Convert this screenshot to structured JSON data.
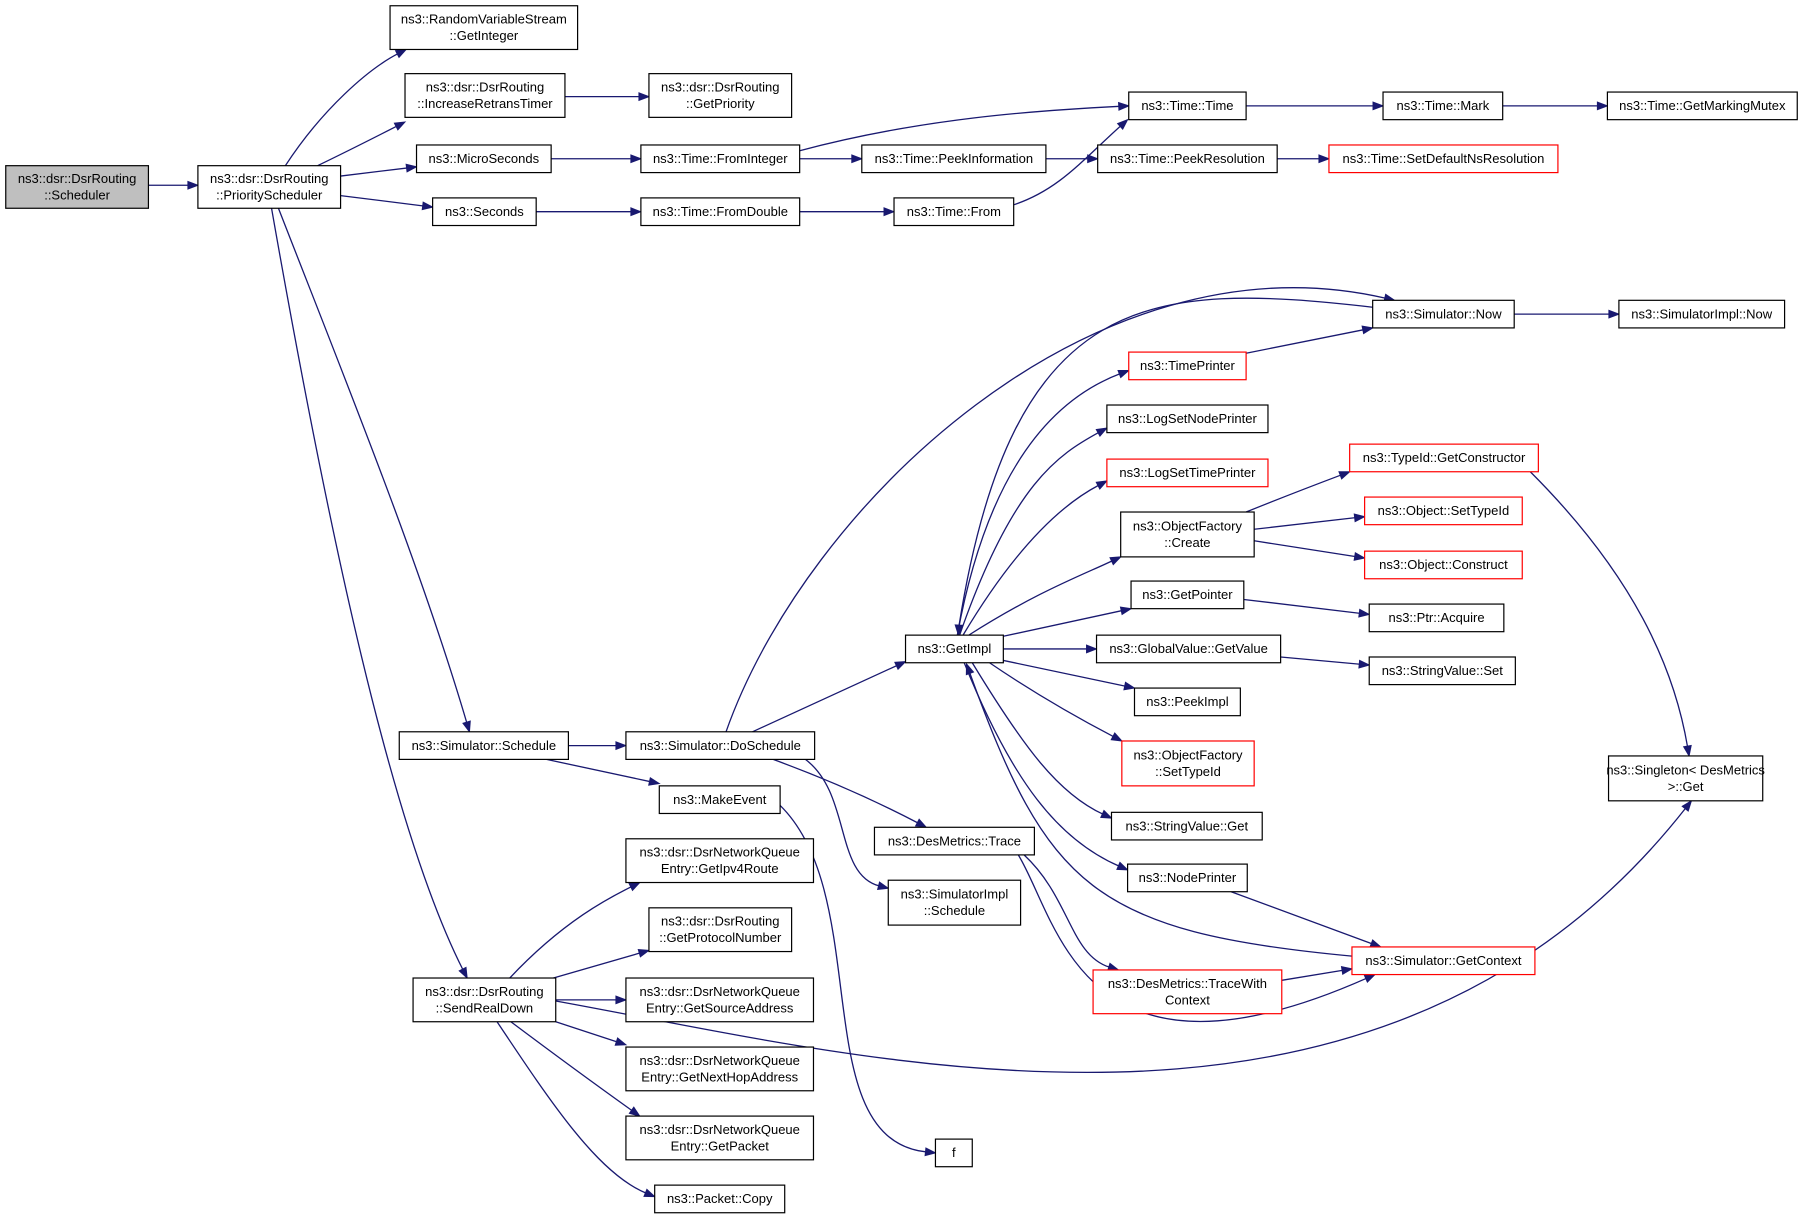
{
  "colors": {
    "edge": "#191970",
    "root_fill": "#bfbfbf",
    "normal_border": "#000000",
    "truncated_border": "#ff0000",
    "node_fill": "#ffffff"
  },
  "nodes": [
    {
      "id": "scheduler",
      "lines": [
        "ns3::dsr::DsrRouting",
        "::Scheduler"
      ],
      "style": "root"
    },
    {
      "id": "priority_scheduler",
      "lines": [
        "ns3::dsr::DsrRouting",
        "::PriorityScheduler"
      ],
      "style": "normal"
    },
    {
      "id": "rvs_getinteger",
      "lines": [
        "ns3::RandomVariableStream",
        "::GetInteger"
      ],
      "style": "normal"
    },
    {
      "id": "increase_retrans_timer",
      "lines": [
        "ns3::dsr::DsrRouting",
        "::IncreaseRetransTimer"
      ],
      "style": "normal"
    },
    {
      "id": "get_priority",
      "lines": [
        "ns3::dsr::DsrRouting",
        "::GetPriority"
      ],
      "style": "normal"
    },
    {
      "id": "microseconds",
      "lines": [
        "ns3::MicroSeconds"
      ],
      "style": "normal"
    },
    {
      "id": "seconds",
      "lines": [
        "ns3::Seconds"
      ],
      "style": "normal"
    },
    {
      "id": "time_frominteger",
      "lines": [
        "ns3::Time::FromInteger"
      ],
      "style": "normal"
    },
    {
      "id": "time_fromdouble",
      "lines": [
        "ns3::Time::FromDouble"
      ],
      "style": "normal"
    },
    {
      "id": "time_peekinformation",
      "lines": [
        "ns3::Time::PeekInformation"
      ],
      "style": "normal"
    },
    {
      "id": "time_from",
      "lines": [
        "ns3::Time::From"
      ],
      "style": "normal"
    },
    {
      "id": "time_time",
      "lines": [
        "ns3::Time::Time"
      ],
      "style": "normal"
    },
    {
      "id": "time_peekresolution",
      "lines": [
        "ns3::Time::PeekResolution"
      ],
      "style": "normal"
    },
    {
      "id": "time_mark",
      "lines": [
        "ns3::Time::Mark"
      ],
      "style": "normal"
    },
    {
      "id": "time_setdefaultnsresolution",
      "lines": [
        "ns3::Time::SetDefaultNsResolution"
      ],
      "style": "truncated"
    },
    {
      "id": "time_getmarkingmutex",
      "lines": [
        "ns3::Time::GetMarkingMutex"
      ],
      "style": "normal"
    },
    {
      "id": "simulator_now",
      "lines": [
        "ns3::Simulator::Now"
      ],
      "style": "normal"
    },
    {
      "id": "simulatorimpl_now",
      "lines": [
        "ns3::SimulatorImpl::Now"
      ],
      "style": "normal"
    },
    {
      "id": "timeprinter",
      "lines": [
        "ns3::TimePrinter"
      ],
      "style": "truncated"
    },
    {
      "id": "logsetnodeprinter",
      "lines": [
        "ns3::LogSetNodePrinter"
      ],
      "style": "normal"
    },
    {
      "id": "logsettimeprinter",
      "lines": [
        "ns3::LogSetTimePrinter"
      ],
      "style": "truncated"
    },
    {
      "id": "objectfactory_create",
      "lines": [
        "ns3::ObjectFactory",
        "::Create"
      ],
      "style": "normal"
    },
    {
      "id": "typeid_getconstructor",
      "lines": [
        "ns3::TypeId::GetConstructor"
      ],
      "style": "truncated"
    },
    {
      "id": "object_settypeid",
      "lines": [
        "ns3::Object::SetTypeId"
      ],
      "style": "truncated"
    },
    {
      "id": "object_construct",
      "lines": [
        "ns3::Object::Construct"
      ],
      "style": "truncated"
    },
    {
      "id": "getpointer",
      "lines": [
        "ns3::GetPointer"
      ],
      "style": "normal"
    },
    {
      "id": "ptr_acquire",
      "lines": [
        "ns3::Ptr::Acquire"
      ],
      "style": "normal"
    },
    {
      "id": "getimpl",
      "lines": [
        "ns3::GetImpl"
      ],
      "style": "normal"
    },
    {
      "id": "globalvalue_getvalue",
      "lines": [
        "ns3::GlobalValue::GetValue"
      ],
      "style": "normal"
    },
    {
      "id": "stringvalue_set",
      "lines": [
        "ns3::StringValue::Set"
      ],
      "style": "normal"
    },
    {
      "id": "peekimpl",
      "lines": [
        "ns3::PeekImpl"
      ],
      "style": "normal"
    },
    {
      "id": "objectfactory_settypeid",
      "lines": [
        "ns3::ObjectFactory",
        "::SetTypeId"
      ],
      "style": "truncated"
    },
    {
      "id": "singleton_get",
      "lines": [
        "ns3::Singleton< DesMetrics",
        ">::Get"
      ],
      "style": "normal"
    },
    {
      "id": "stringvalue_get",
      "lines": [
        "ns3::StringValue::Get"
      ],
      "style": "normal"
    },
    {
      "id": "nodeprinter",
      "lines": [
        "ns3::NodePrinter"
      ],
      "style": "normal"
    },
    {
      "id": "simulator_getcontext",
      "lines": [
        "ns3::Simulator::GetContext"
      ],
      "style": "truncated"
    },
    {
      "id": "simulator_schedule",
      "lines": [
        "ns3::Simulator::Schedule"
      ],
      "style": "normal"
    },
    {
      "id": "simulator_doschedule",
      "lines": [
        "ns3::Simulator::DoSchedule"
      ],
      "style": "normal"
    },
    {
      "id": "makeevent",
      "lines": [
        "ns3::MakeEvent"
      ],
      "style": "normal"
    },
    {
      "id": "desmetrics_trace",
      "lines": [
        "ns3::DesMetrics::Trace"
      ],
      "style": "normal"
    },
    {
      "id": "simulatorimpl_schedule",
      "lines": [
        "ns3::SimulatorImpl",
        "::Schedule"
      ],
      "style": "normal"
    },
    {
      "id": "desmetrics_tracewithcontext",
      "lines": [
        "ns3::DesMetrics::TraceWith",
        "Context"
      ],
      "style": "truncated"
    },
    {
      "id": "f",
      "lines": [
        "f"
      ],
      "style": "normal"
    },
    {
      "id": "getipv4route",
      "lines": [
        "ns3::dsr::DsrNetworkQueue",
        "Entry::GetIpv4Route"
      ],
      "style": "normal"
    },
    {
      "id": "getprotocolnumber",
      "lines": [
        "ns3::dsr::DsrRouting",
        "::GetProtocolNumber"
      ],
      "style": "normal"
    },
    {
      "id": "sendrealdown",
      "lines": [
        "ns3::dsr::DsrRouting",
        "::SendRealDown"
      ],
      "style": "normal"
    },
    {
      "id": "getsourceaddress",
      "lines": [
        "ns3::dsr::DsrNetworkQueue",
        "Entry::GetSourceAddress"
      ],
      "style": "normal"
    },
    {
      "id": "getnexthopaddress",
      "lines": [
        "ns3::dsr::DsrNetworkQueue",
        "Entry::GetNextHopAddress"
      ],
      "style": "normal"
    },
    {
      "id": "getpacket",
      "lines": [
        "ns3::dsr::DsrNetworkQueue",
        "Entry::GetPacket"
      ],
      "style": "normal"
    },
    {
      "id": "packet_copy",
      "lines": [
        "ns3::Packet::Copy"
      ],
      "style": "normal"
    }
  ],
  "edges": [
    {
      "from": "scheduler",
      "to": "priority_scheduler"
    },
    {
      "from": "priority_scheduler",
      "to": "rvs_getinteger"
    },
    {
      "from": "priority_scheduler",
      "to": "increase_retrans_timer"
    },
    {
      "from": "priority_scheduler",
      "to": "microseconds"
    },
    {
      "from": "priority_scheduler",
      "to": "seconds"
    },
    {
      "from": "priority_scheduler",
      "to": "simulator_schedule"
    },
    {
      "from": "priority_scheduler",
      "to": "sendrealdown"
    },
    {
      "from": "increase_retrans_timer",
      "to": "get_priority"
    },
    {
      "from": "microseconds",
      "to": "time_frominteger"
    },
    {
      "from": "seconds",
      "to": "time_fromdouble"
    },
    {
      "from": "time_frominteger",
      "to": "time_time"
    },
    {
      "from": "time_frominteger",
      "to": "time_peekinformation"
    },
    {
      "from": "time_fromdouble",
      "to": "time_from"
    },
    {
      "from": "time_peekinformation",
      "to": "time_peekresolution"
    },
    {
      "from": "time_from",
      "to": "time_time"
    },
    {
      "from": "time_time",
      "to": "time_mark"
    },
    {
      "from": "time_peekresolution",
      "to": "time_setdefaultnsresolution"
    },
    {
      "from": "time_mark",
      "to": "time_getmarkingmutex"
    },
    {
      "from": "simulator_now",
      "to": "simulatorimpl_now"
    },
    {
      "from": "simulator_now",
      "to": "getimpl"
    },
    {
      "from": "timeprinter",
      "to": "simulator_now"
    },
    {
      "from": "getimpl",
      "to": "timeprinter"
    },
    {
      "from": "getimpl",
      "to": "logsetnodeprinter"
    },
    {
      "from": "getimpl",
      "to": "logsettimeprinter"
    },
    {
      "from": "getimpl",
      "to": "objectfactory_create"
    },
    {
      "from": "getimpl",
      "to": "getpointer"
    },
    {
      "from": "getimpl",
      "to": "globalvalue_getvalue"
    },
    {
      "from": "getimpl",
      "to": "peekimpl"
    },
    {
      "from": "getimpl",
      "to": "objectfactory_settypeid"
    },
    {
      "from": "getimpl",
      "to": "stringvalue_get"
    },
    {
      "from": "getimpl",
      "to": "nodeprinter"
    },
    {
      "from": "objectfactory_create",
      "to": "typeid_getconstructor"
    },
    {
      "from": "objectfactory_create",
      "to": "object_settypeid"
    },
    {
      "from": "objectfactory_create",
      "to": "object_construct"
    },
    {
      "from": "getpointer",
      "to": "ptr_acquire"
    },
    {
      "from": "globalvalue_getvalue",
      "to": "stringvalue_set"
    },
    {
      "from": "typeid_getconstructor",
      "to": "singleton_get"
    },
    {
      "from": "nodeprinter",
      "to": "simulator_getcontext"
    },
    {
      "from": "simulator_getcontext",
      "to": "getimpl"
    },
    {
      "from": "simulator_schedule",
      "to": "simulator_doschedule"
    },
    {
      "from": "simulator_schedule",
      "to": "makeevent"
    },
    {
      "from": "simulator_doschedule",
      "to": "simulator_now"
    },
    {
      "from": "simulator_doschedule",
      "to": "getimpl"
    },
    {
      "from": "simulator_doschedule",
      "to": "desmetrics_trace"
    },
    {
      "from": "simulator_doschedule",
      "to": "simulatorimpl_schedule"
    },
    {
      "from": "makeevent",
      "to": "f"
    },
    {
      "from": "desmetrics_trace",
      "to": "desmetrics_tracewithcontext"
    },
    {
      "from": "desmetrics_trace",
      "to": "simulator_getcontext"
    },
    {
      "from": "desmetrics_tracewithcontext",
      "to": "simulator_getcontext"
    },
    {
      "from": "desmetrics_tracewithcontext",
      "to": "singleton_get"
    },
    {
      "from": "sendrealdown",
      "to": "getipv4route"
    },
    {
      "from": "sendrealdown",
      "to": "getprotocolnumber"
    },
    {
      "from": "sendrealdown",
      "to": "getsourceaddress"
    },
    {
      "from": "sendrealdown",
      "to": "getnexthopaddress"
    },
    {
      "from": "sendrealdown",
      "to": "getpacket"
    },
    {
      "from": "sendrealdown",
      "to": "packet_copy"
    }
  ]
}
